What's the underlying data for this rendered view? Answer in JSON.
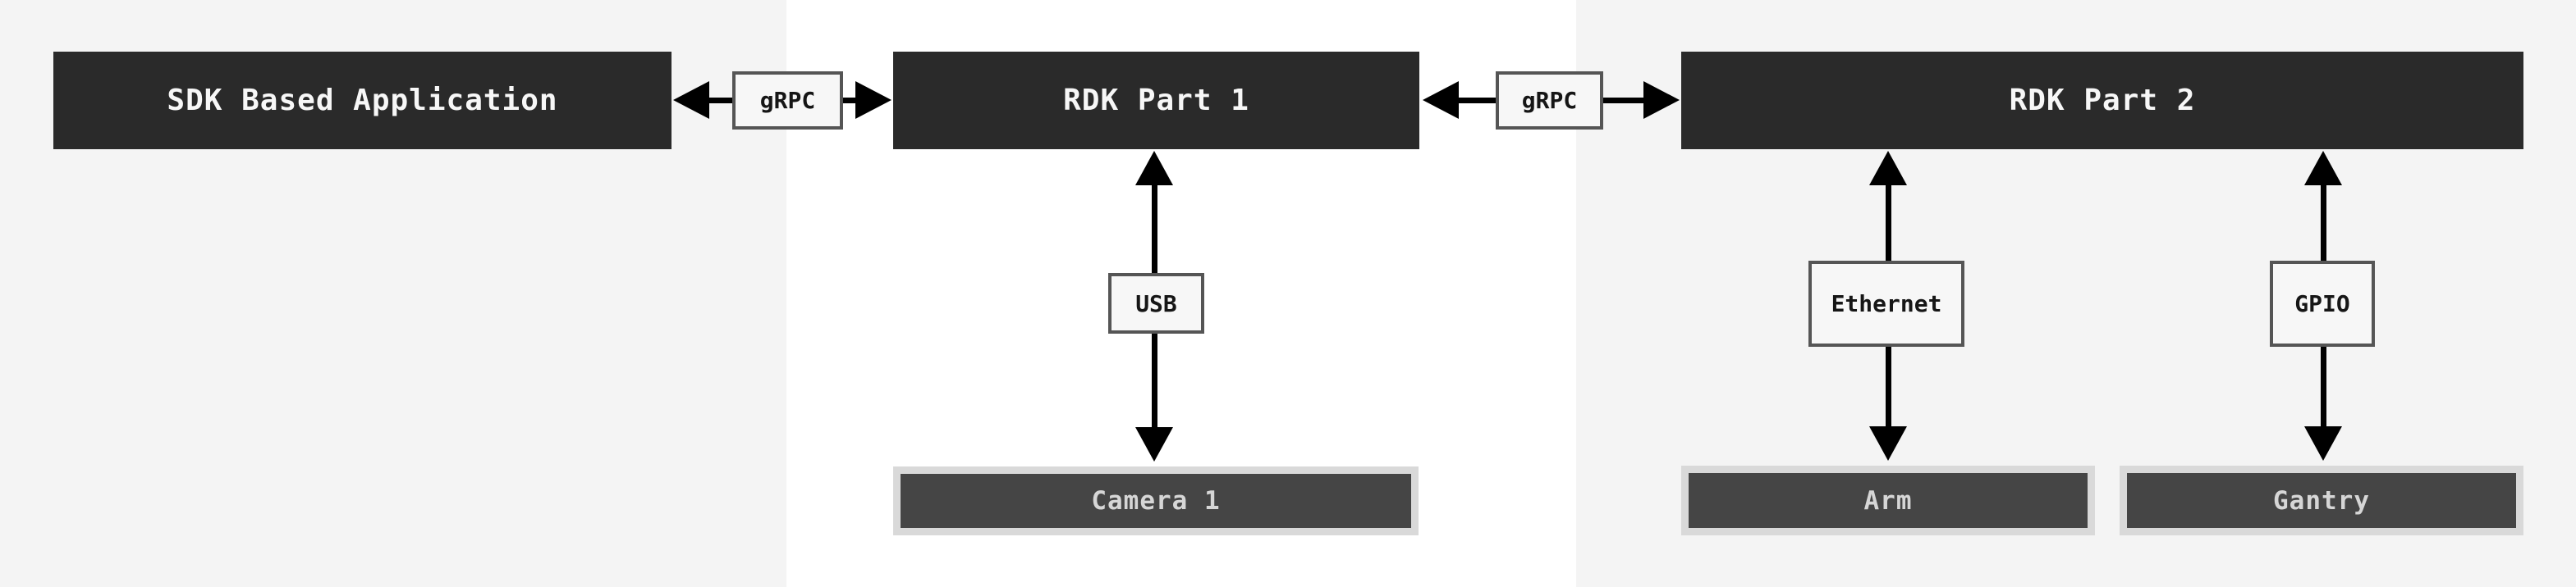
{
  "diagram": {
    "title": "RDK parts architecture diagram",
    "nodes": {
      "sdk_app": {
        "label": "SDK Based Application"
      },
      "rdk_part_1": {
        "label": "RDK Part 1"
      },
      "rdk_part_2": {
        "label": "RDK Part 2"
      },
      "camera_1": {
        "label": "Camera 1"
      },
      "arm": {
        "label": "Arm"
      },
      "gantry": {
        "label": "Gantry"
      }
    },
    "connectors": {
      "grpc_1": {
        "label": "gRPC"
      },
      "grpc_2": {
        "label": "gRPC"
      },
      "usb": {
        "label": "USB"
      },
      "ethernet": {
        "label": "Ethernet"
      },
      "gpio": {
        "label": "GPIO"
      }
    },
    "colors": {
      "primary_node_fill": "#2a2a2a",
      "primary_node_text": "#f7f7f7",
      "device_node_frame": "#d9d9d9",
      "device_node_fill": "#454545",
      "device_node_text": "#d6d6d6",
      "chip_fill": "#f7f7f7",
      "chip_border": "#555555",
      "chip_text": "#161616",
      "arrow": "#000000",
      "background_outer": "#f4f4f4",
      "background_center": "#ffffff"
    }
  }
}
